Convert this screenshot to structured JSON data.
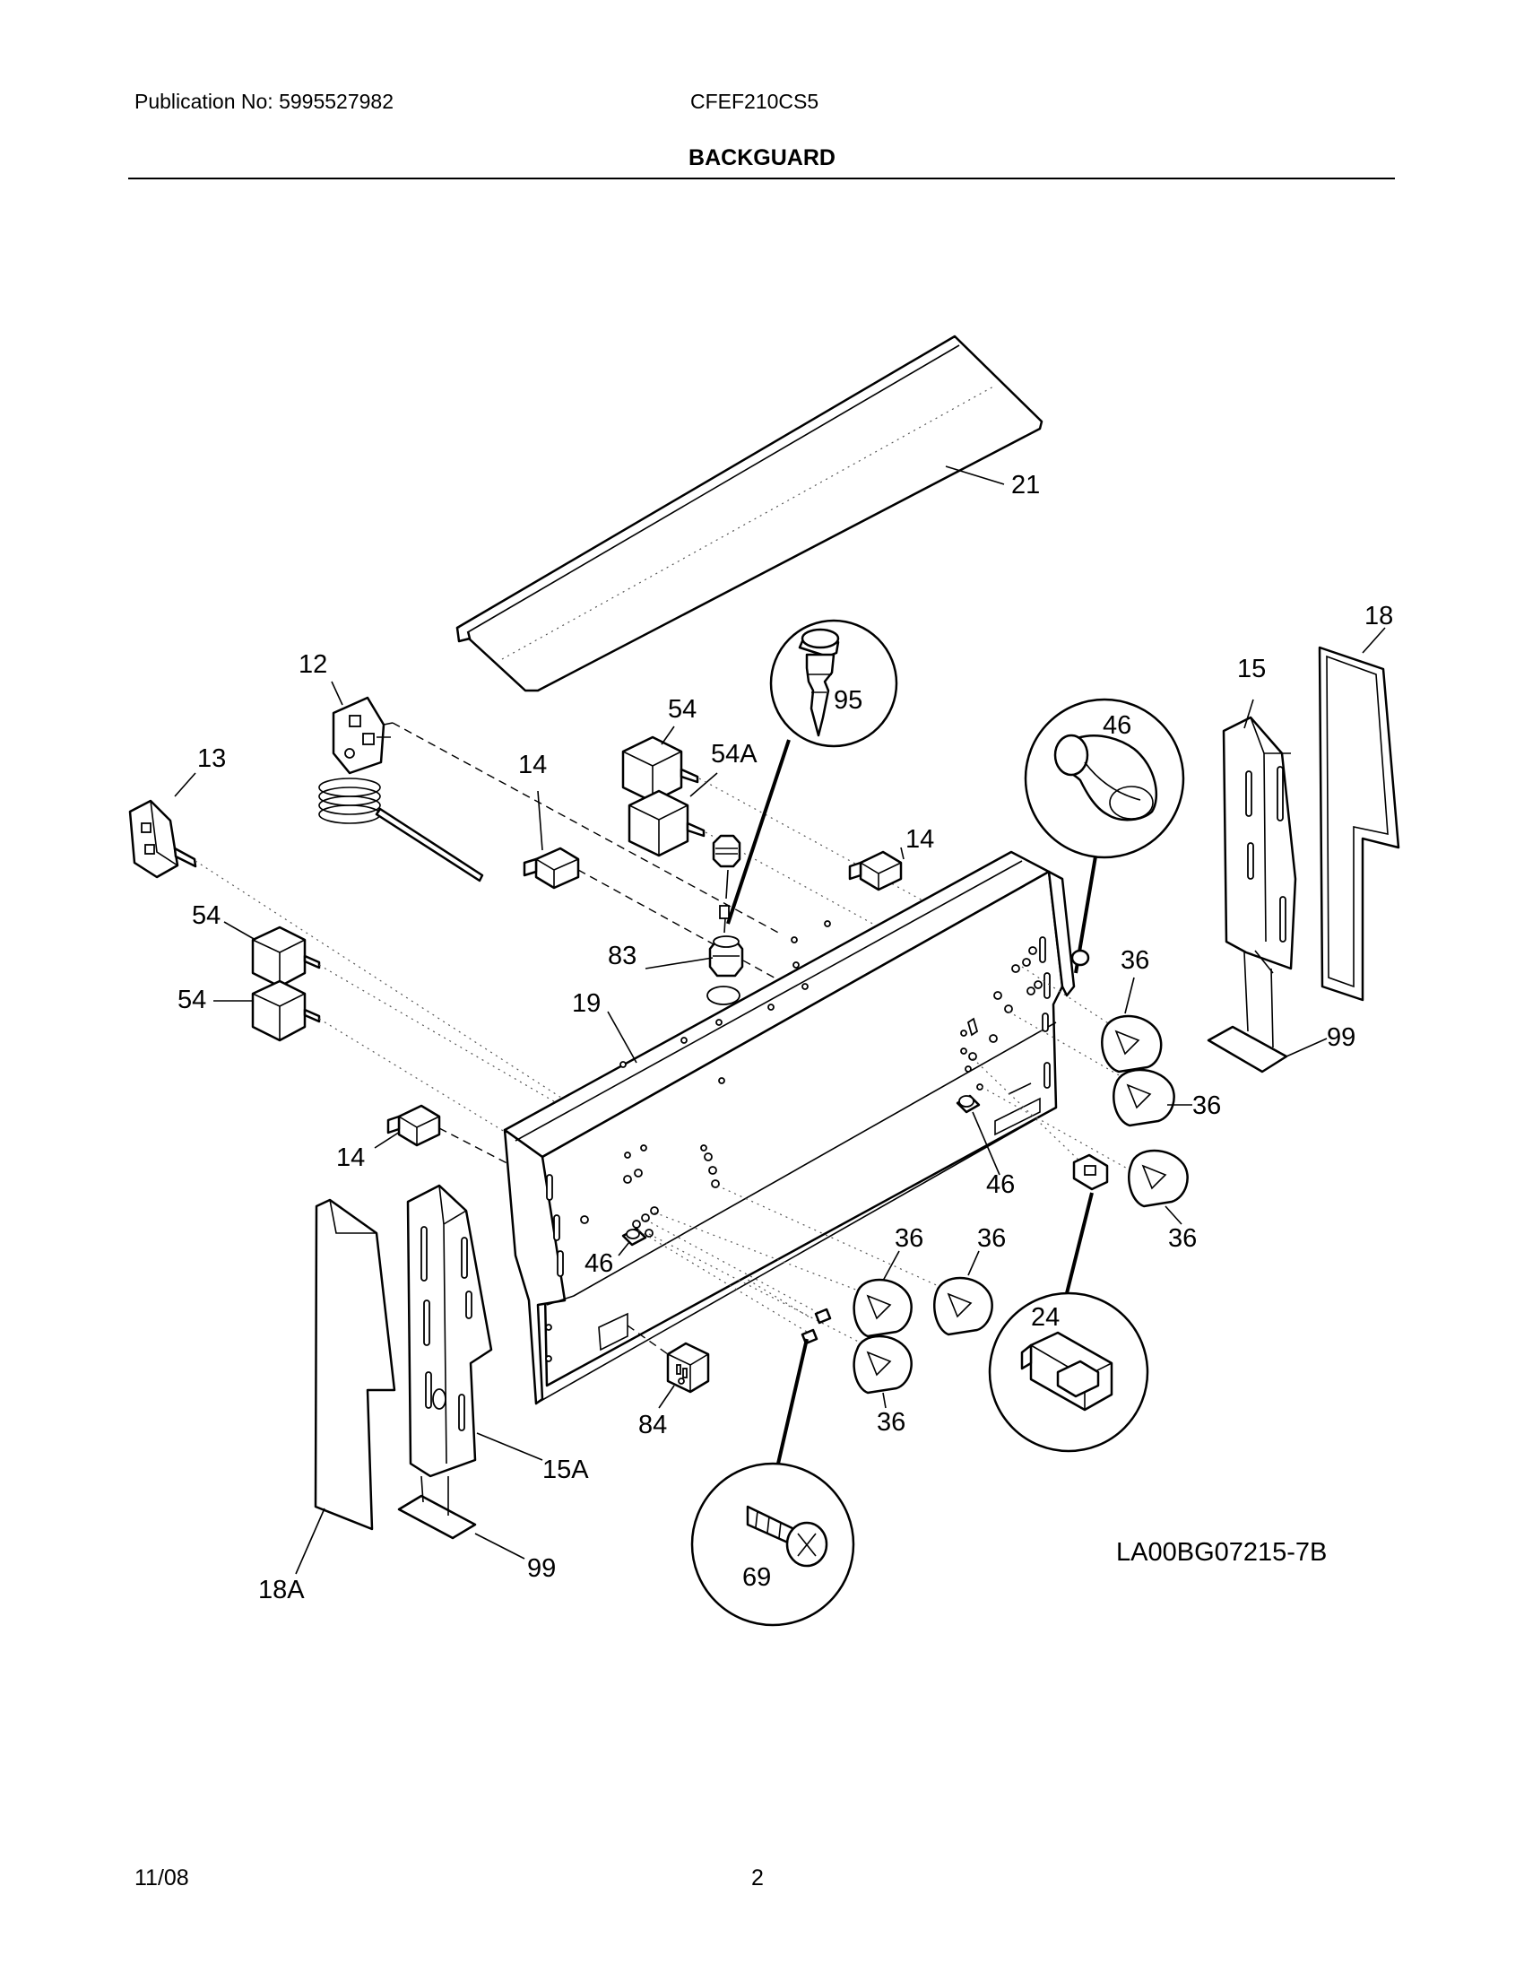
{
  "header": {
    "publication": "Publication No: 5995527982",
    "model": "CFEF210CS5",
    "section_title": "BACKGUARD"
  },
  "diagram": {
    "code": "LA00BG07215-7B",
    "callouts": {
      "c21": "21",
      "c18": "18",
      "c15": "15",
      "c12": "12",
      "c13": "13",
      "c95": "95",
      "c46a": "46",
      "c54a": "54",
      "c54Aa": "54A",
      "c14a": "14",
      "c14b": "14",
      "c54b": "54",
      "c54c": "54",
      "c83": "83",
      "c19": "19",
      "c36a": "36",
      "c99a": "99",
      "c36b": "36",
      "c14c": "14",
      "c46b": "46",
      "c36c": "36",
      "c36d": "36",
      "c36e": "36",
      "c46c": "46",
      "c24": "24",
      "c84": "84",
      "c36f": "36",
      "c15A": "15A",
      "c69": "69",
      "c99b": "99",
      "c18A": "18A"
    }
  },
  "footer": {
    "date": "11/08",
    "page": "2"
  }
}
